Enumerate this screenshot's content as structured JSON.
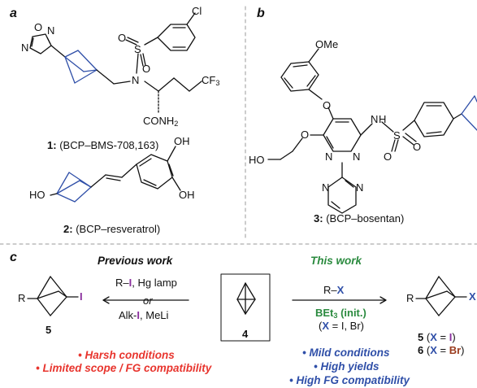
{
  "panels": {
    "a_letter": "a",
    "b_letter": "b",
    "c_letter": "c"
  },
  "atoms": {
    "cl": "Cl",
    "cf3": "CF",
    "cf3_sub": "3",
    "conh2": "CONH",
    "conh2_sub": "2",
    "n": "N",
    "o": "O",
    "s": "S",
    "oh": "OH",
    "ho": "HO",
    "ome": "OMe",
    "h": "H",
    "r": "R",
    "i": "I",
    "x": "X"
  },
  "captions": {
    "c1_num": "1:",
    "c1_name": "(BCP–BMS-708,163)",
    "c2_num": "2:",
    "c2_name": "(BCP–resveratrol)",
    "c3_num": "3:",
    "c3_name": "(BCP–bosentan)"
  },
  "scheme": {
    "previous_title": "Previous work",
    "this_title": "This work",
    "left_reagent_r": "R–",
    "left_reagent_i": "I",
    "left_reagent_rest": ", Hg lamp",
    "left_or": "or",
    "left_reagent2_a": "Alk-",
    "left_reagent2_i": "I",
    "left_reagent2_rest": ", MeLi",
    "right_reagent_r": "R–",
    "right_reagent_x": "X",
    "right_catalyst": "BEt",
    "right_catalyst_sub": "3",
    "right_catalyst_rest": " (init.)",
    "right_x_open": "(",
    "right_x": "X",
    "right_x_rest": " = I, Br)",
    "label_4": "4",
    "label_5_left": "5",
    "label_5_right": "5",
    "label_5_right_x": "X",
    "label_5_right_i": "I",
    "label_6": "6",
    "label_6_x": "X",
    "label_6_br": "Br"
  },
  "bullets_left": [
    "• Harsh conditions",
    "• Limited scope / FG compatibility"
  ],
  "bullets_right": [
    "• Mild conditions",
    "• High yields",
    "• High FG compatibility"
  ],
  "colors": {
    "bcp_blue": "#2f4fa8",
    "red": "#e8352e",
    "green": "#2a8a3e",
    "iodine_purple": "#8a2f9e",
    "bromine_brown": "#9a3b1d",
    "divider_gray": "#999999"
  }
}
